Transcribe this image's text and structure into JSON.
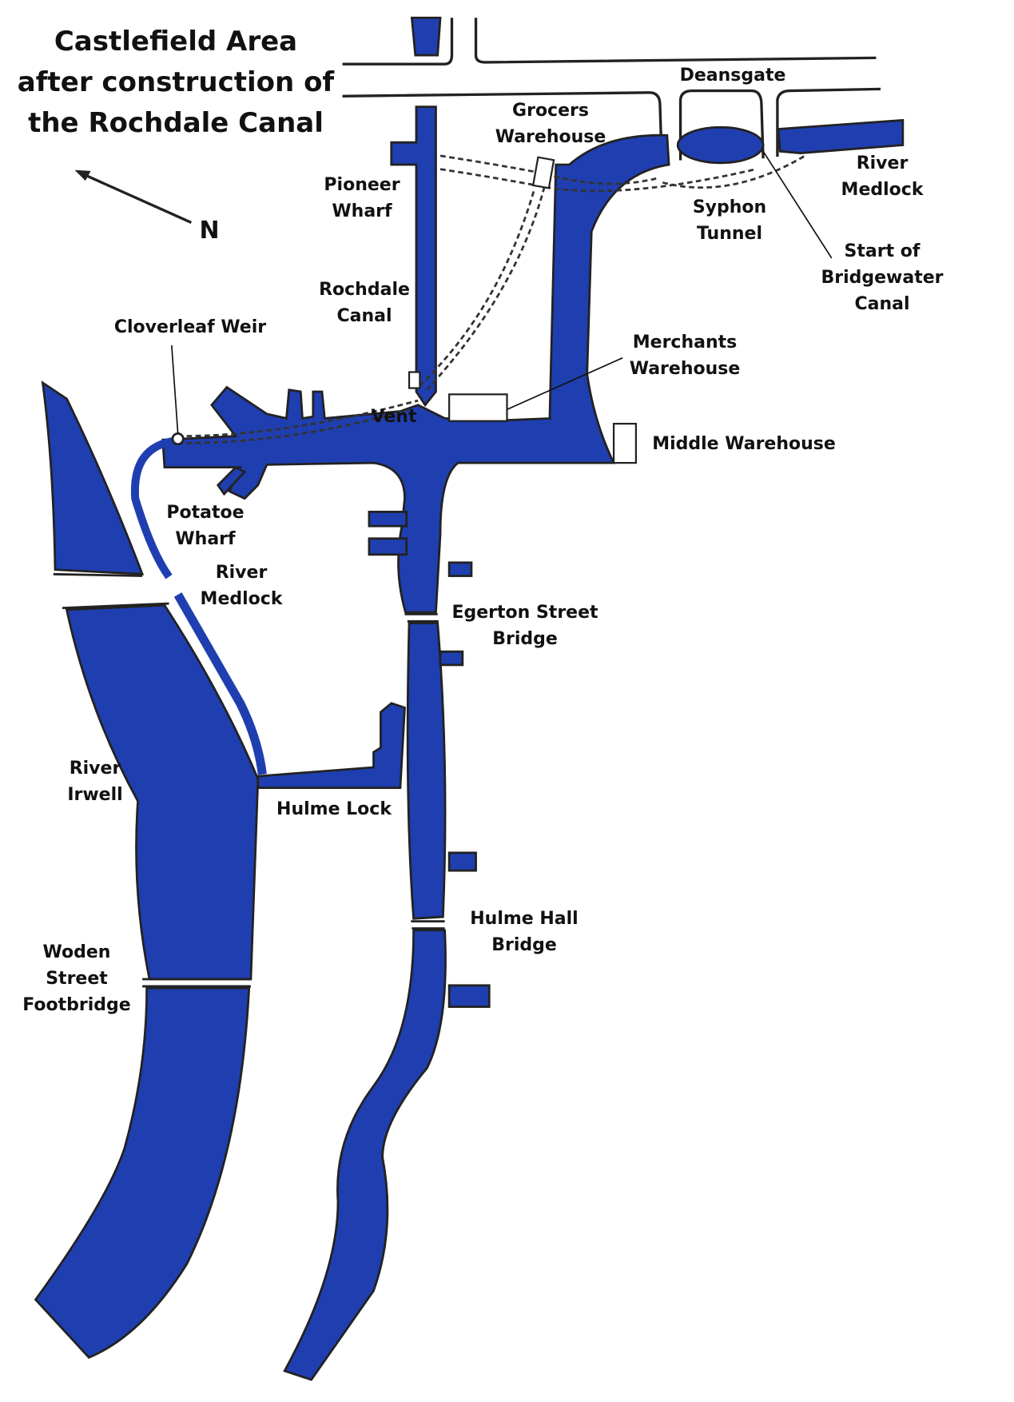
{
  "title": [
    "Castlefield  Area",
    "after construction of",
    "the Rochdale Canal"
  ],
  "compass": "N",
  "water_color": "#1f3fb0",
  "labels": {
    "deansgate": [
      "Deansgate"
    ],
    "grocers_warehouse": [
      "Grocers",
      "Warehouse"
    ],
    "river_medlock_top": [
      "River",
      "Medlock"
    ],
    "pioneer_wharf": [
      "Pioneer",
      "Wharf"
    ],
    "syphon_tunnel": [
      "Syphon",
      "Tunnel"
    ],
    "bridgewater_start": [
      "Start of",
      "Bridgewater",
      "Canal"
    ],
    "rochdale_canal": [
      "Rochdale",
      "Canal"
    ],
    "cloverleaf_weir": [
      "Cloverleaf Weir"
    ],
    "merchants_warehouse": [
      "Merchants",
      "Warehouse"
    ],
    "vent": [
      "Vent"
    ],
    "middle_warehouse": [
      "Middle Warehouse"
    ],
    "potatoe_wharf": [
      "Potatoe",
      "Wharf"
    ],
    "river_medlock_low": [
      "River",
      "Medlock"
    ],
    "egerton_bridge": [
      "Egerton Street",
      "Bridge"
    ],
    "river_irwell": [
      "River",
      "Irwell"
    ],
    "hulme_lock": [
      "Hulme Lock"
    ],
    "hulme_hall_bridge": [
      "Hulme Hall",
      "Bridge"
    ],
    "woden_footbridge": [
      "Woden",
      "Street",
      "Footbridge"
    ]
  }
}
